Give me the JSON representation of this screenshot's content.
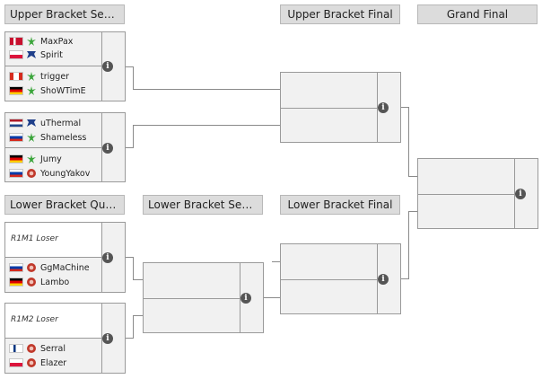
{
  "headers": {
    "ub_semis": "Upper Bracket Semifi...",
    "ub_final": "Upper Bracket Final",
    "grand_final": "Grand Final",
    "lb_quarters": "Lower Bracket Quart...",
    "lb_semis": "Lower Bracket Semifi...",
    "lb_final": "Lower Bracket Final"
  },
  "info_glyph": "i",
  "matches": {
    "ub_sf1": {
      "p1": {
        "name": "MaxPax",
        "flag": "dk",
        "race": "protoss"
      },
      "p2": {
        "name": "Spirit",
        "flag": "pl",
        "race": "terran"
      },
      "p3": {
        "name": "trigger",
        "flag": "ca",
        "race": "protoss"
      },
      "p4": {
        "name": "ShoWTimE",
        "flag": "de",
        "race": "protoss"
      }
    },
    "ub_sf2": {
      "p1": {
        "name": "uThermal",
        "flag": "nl",
        "race": "terran"
      },
      "p2": {
        "name": "Shameless",
        "flag": "ru",
        "race": "protoss"
      },
      "p3": {
        "name": "Jumy",
        "flag": "de",
        "race": "protoss"
      },
      "p4": {
        "name": "YoungYakov",
        "flag": "ru",
        "race": "zerg"
      }
    },
    "lb_qf1": {
      "loser_label": "R1M1 Loser",
      "p1": {
        "name": "GgMaChine",
        "flag": "ru",
        "race": "zerg"
      },
      "p2": {
        "name": "Lambo",
        "flag": "de",
        "race": "zerg"
      }
    },
    "lb_qf2": {
      "loser_label": "R1M2 Loser",
      "p1": {
        "name": "Serral",
        "flag": "fi",
        "race": "zerg"
      },
      "p2": {
        "name": "Elazer",
        "flag": "pl",
        "race": "zerg"
      }
    }
  },
  "colors": {
    "header_bg": "#dcdcdc",
    "match_bg": "#f1f1f1",
    "connector": "#8a8a8a",
    "info_bg": "#555555"
  }
}
